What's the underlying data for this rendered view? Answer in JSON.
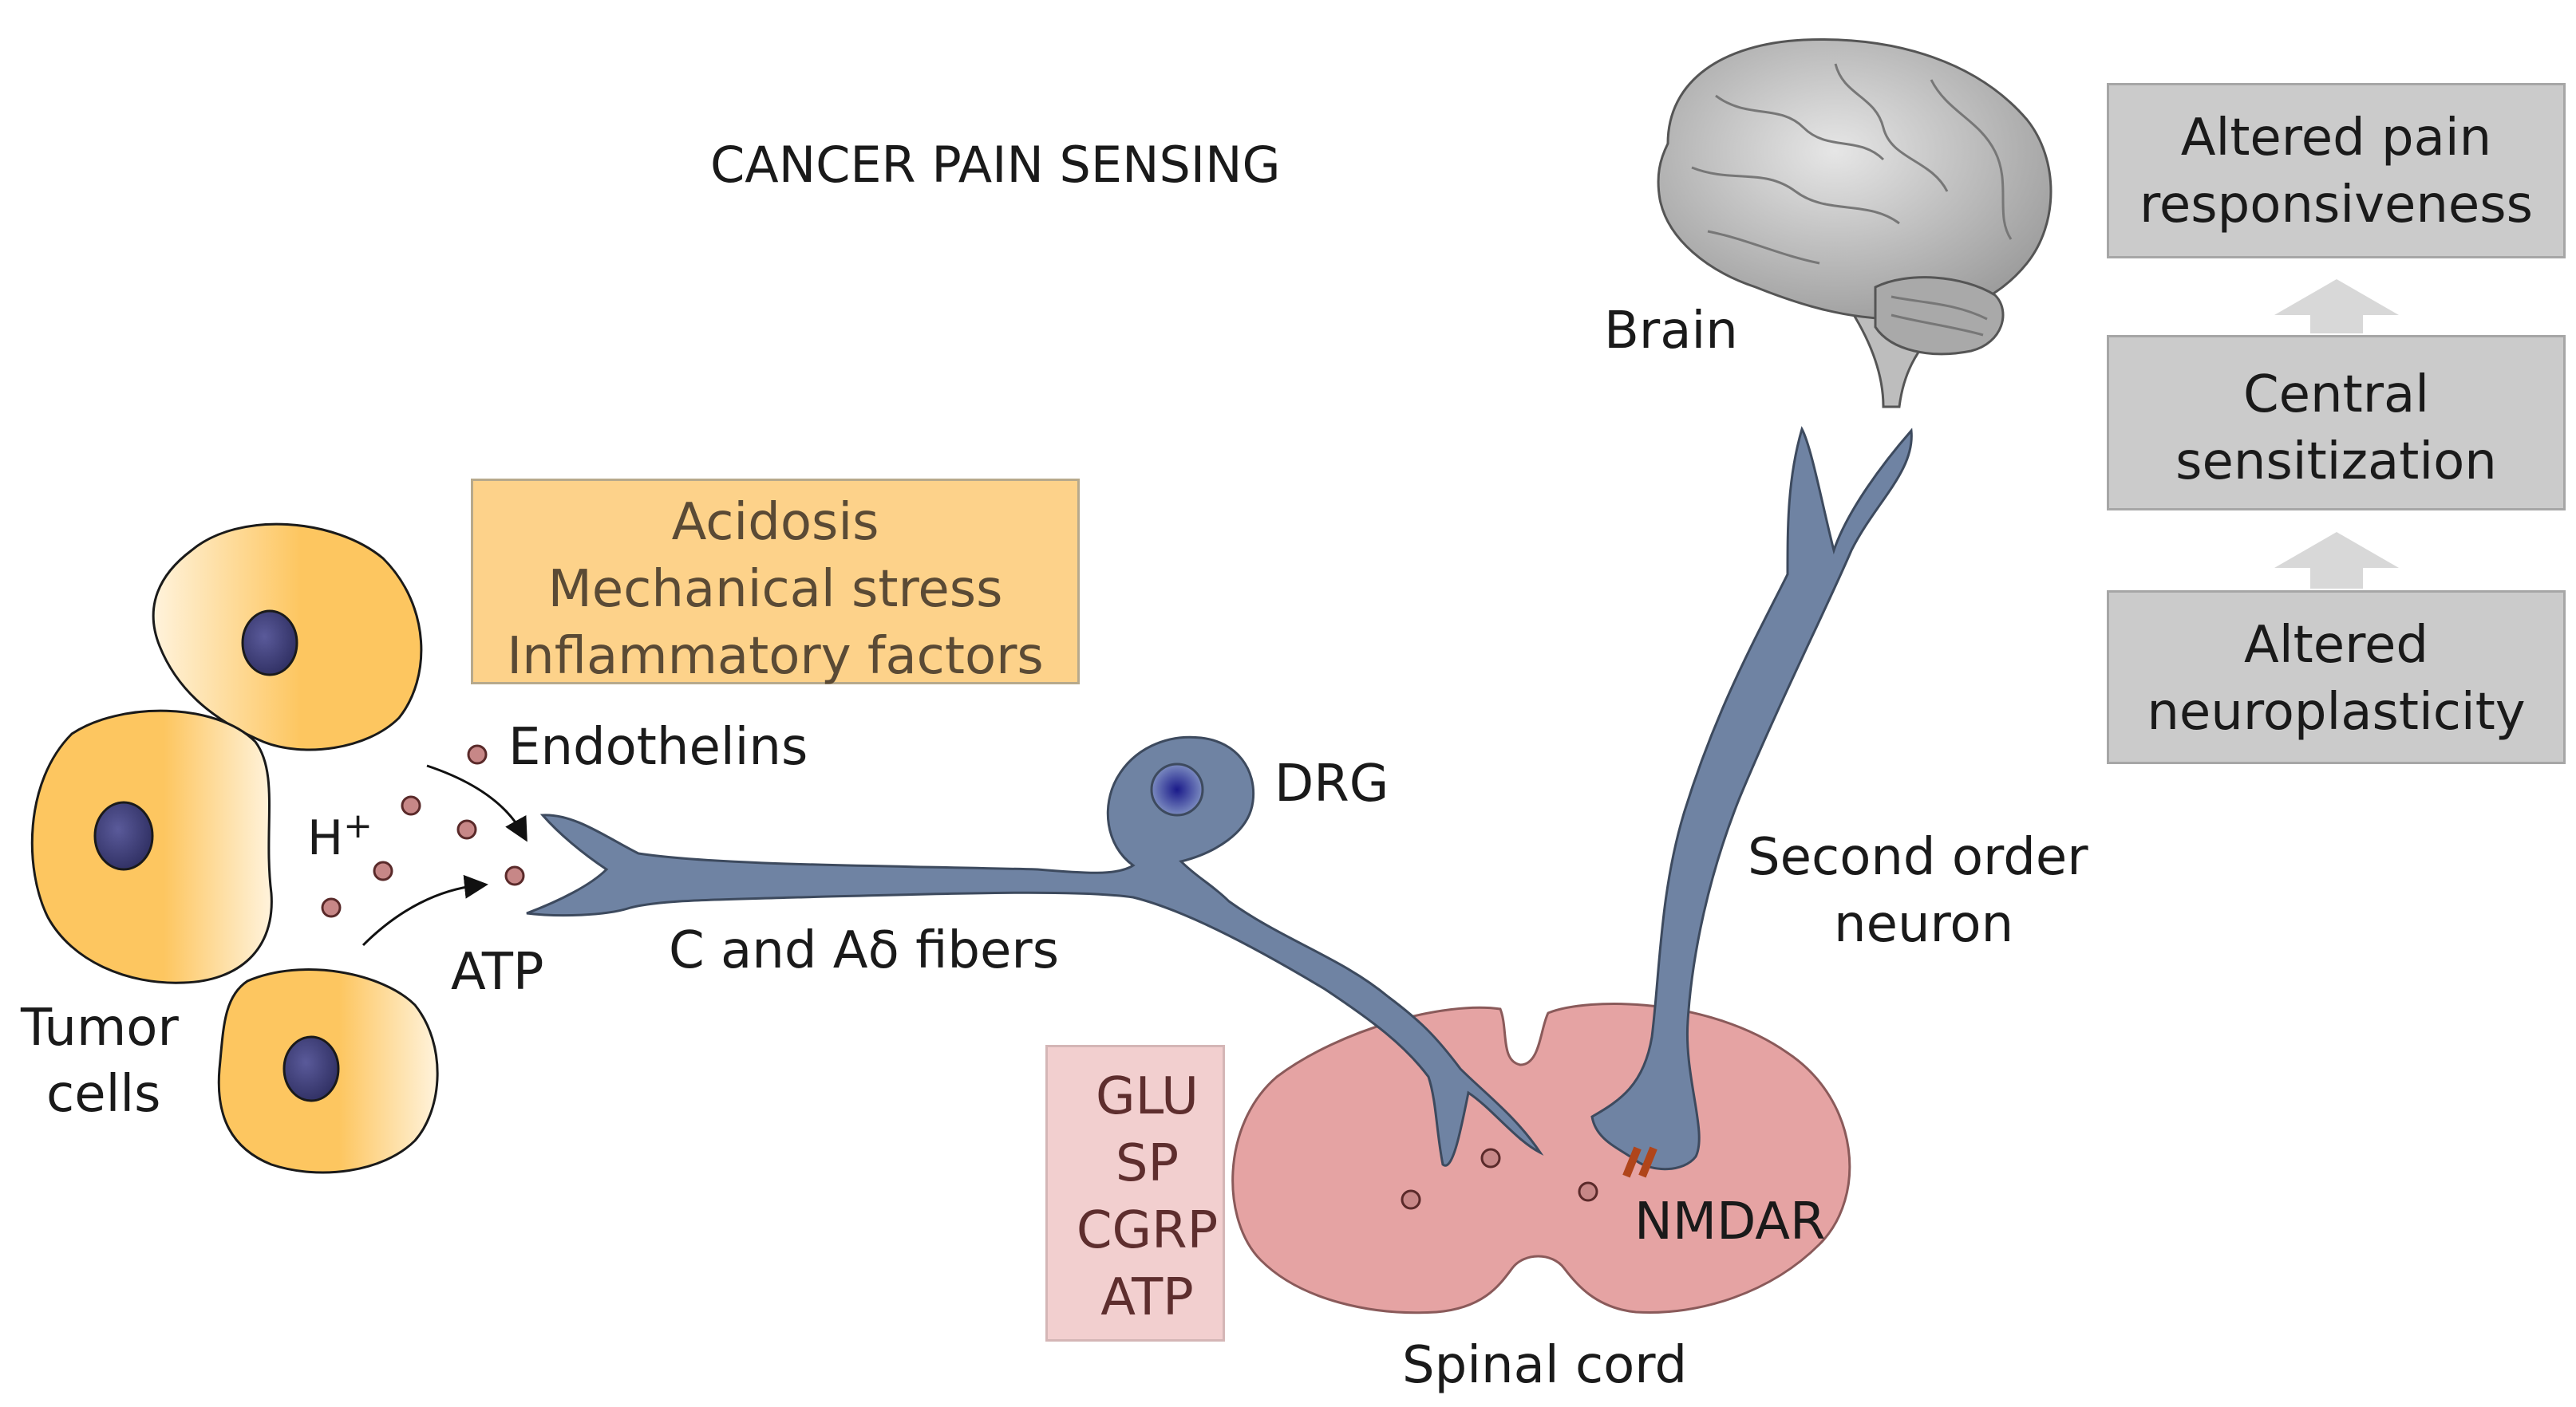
{
  "title": "CANCER PAIN SENSING",
  "labels": {
    "tumor_line1": "Tumor",
    "tumor_line2": "cells",
    "h_plus": "H",
    "h_plus_sup": "+",
    "endothelins": "Endothelins",
    "atp": "ATP",
    "fibers": "C and Aδ fibers",
    "drg": "DRG",
    "spinal_cord": "Spinal cord",
    "nmdar": "NMDAR",
    "second_order_line1": "Second order",
    "second_order_line2": "neuron",
    "brain": "Brain"
  },
  "tumor_factors": [
    "Acidosis",
    "Mechanical stress",
    "Inflammatory factors"
  ],
  "neurotransmitters": [
    "GLU",
    "SP",
    "CGRP",
    "ATP"
  ],
  "outcomes": {
    "altered_pain": [
      "Altered pain",
      "responsiveness"
    ],
    "central_sensitization": [
      "Central",
      "sensitization"
    ],
    "altered_neuroplasticity": [
      "Altered",
      "neuroplasticity"
    ]
  },
  "colors": {
    "neuron": "#6f83a3",
    "neuron_stroke": "#3d4a5e",
    "cell": "#fdc660",
    "nucleus": "#3e3f7d",
    "spinal_cord": "#e5a3a3",
    "factor_box": "#fdd28a",
    "neurotransmitter_box": "#f2cfcf",
    "outcome_box": "#cbcbcb",
    "nmdar": "#b0451b"
  }
}
